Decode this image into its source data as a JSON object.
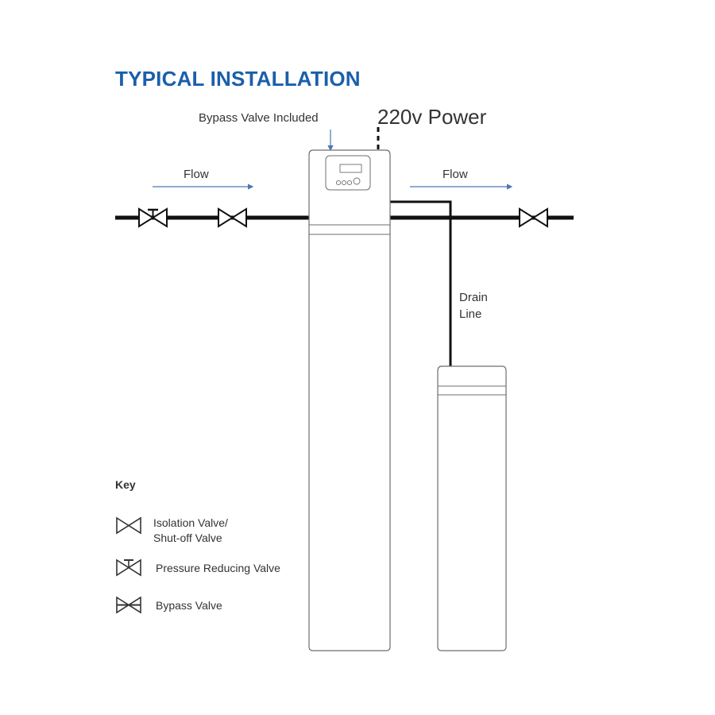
{
  "title": "TYPICAL INSTALLATION",
  "labels": {
    "bypass_valve_included": "Bypass Valve Included",
    "power": "220v Power",
    "flow_left": "Flow",
    "flow_right": "Flow",
    "drain_line_1": "Drain",
    "drain_line_2": "Line"
  },
  "key": {
    "title": "Key",
    "items": [
      {
        "icon": "isolation-valve-icon",
        "lines": [
          "Isolation Valve/",
          "Shut-off Valve"
        ]
      },
      {
        "icon": "pressure-reducing-valve-icon",
        "lines": [
          "Pressure Reducing Valve"
        ]
      },
      {
        "icon": "bypass-valve-icon",
        "lines": [
          "Bypass Valve"
        ]
      }
    ]
  },
  "colors": {
    "title": "#1b5faa",
    "arrow": "#4a78b5",
    "line": "#111111",
    "outline": "#6e6e6e"
  }
}
